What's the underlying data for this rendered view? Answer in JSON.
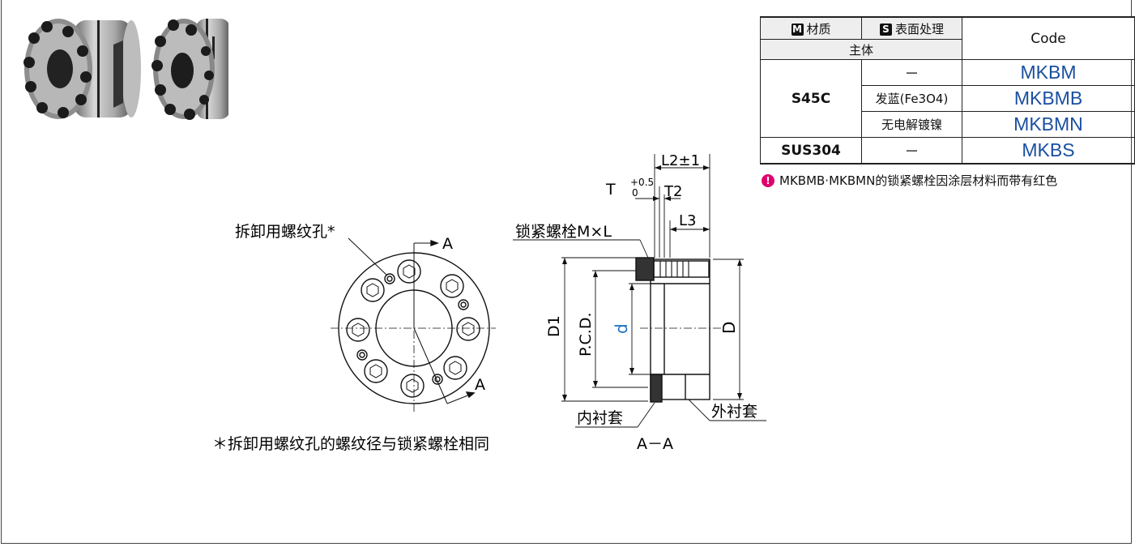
{
  "table": {
    "h_material": "材质",
    "h_surface": "表面处理",
    "h_body": "主体",
    "h_code": "Code",
    "icon_m": "M",
    "icon_s": "S",
    "rows": [
      {
        "material": "S45C",
        "surface": "－",
        "code": "MKBM"
      },
      {
        "material": "",
        "surface": "发蓝(Fe3O4)",
        "code": "MKBMB"
      },
      {
        "material": "",
        "surface": "无电解镀镍",
        "code": "MKBMN"
      },
      {
        "material": "SUS304",
        "surface": "－",
        "code": "MKBS"
      }
    ]
  },
  "note": "MKBMB·MKBMN的锁紧螺栓因涂层材料而带有红色",
  "drawing": {
    "label_removal_hole": "拆卸用螺纹孔*",
    "label_bolt": "锁紧螺栓M×L",
    "label_inner": "内衬套",
    "label_outer": "外衬套",
    "section_a": "A",
    "section_aa": "A－A",
    "footnote": "＊拆卸用螺纹孔的螺纹径与锁紧螺栓相同",
    "dim_L2": "L2±1",
    "dim_T": "T",
    "dim_T_tol_upper": "+0.5",
    "dim_T_tol_lower": "0",
    "dim_T2": "T2",
    "dim_L3": "L3",
    "dim_D1": "D1",
    "dim_PCD": "P.C.D.",
    "dim_d": "d",
    "dim_D": "D"
  },
  "colors": {
    "code": "#1a4fa0",
    "dim_d": "#1a6fc0",
    "warn": "#e0006c"
  }
}
